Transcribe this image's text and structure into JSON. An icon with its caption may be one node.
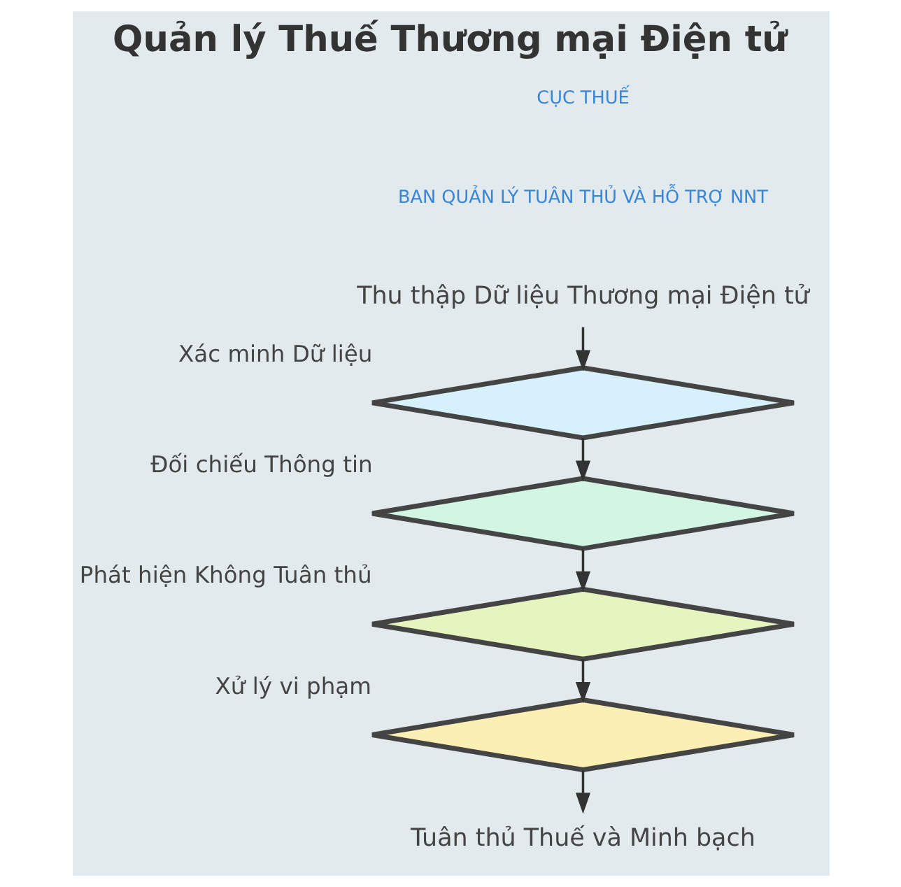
{
  "diagram": {
    "title": "Quản lý Thuế Thương mại Điện tử",
    "nodes": [
      {
        "text": [
          "Thu thập Dữ liệu Thương mại Điện tử"
        ]
      },
      {
        "text": [],
        "shape": "diamond",
        "beside": [
          "Xác minh Dữ liệu"
        ]
      },
      {
        "text": [],
        "shape": "diamond",
        "beside": [
          "Đối chiếu Thông tin"
        ]
      },
      {
        "text": [],
        "shape": "diamond",
        "beside": [
          "Phát hiện Không Tuân thủ"
        ]
      },
      {
        "text": [],
        "shape": "diamond",
        "beside": [
          "Xử lý vi phạm"
        ]
      },
      {
        "text": [
          "Tuân thủ Thuế và Minh bạch"
        ]
      }
    ],
    "edges": [
      {
        "from": 0,
        "to": 1,
        "arrow": "to"
      },
      {
        "from": 1,
        "to": 2,
        "arrow": "to"
      },
      {
        "from": 2,
        "to": 3,
        "arrow": "to"
      },
      {
        "from": 3,
        "to": 4,
        "arrow": "to"
      },
      {
        "from": 4,
        "to": 5,
        "arrow": "to"
      }
    ],
    "labels": [
      "CỤC THUẾ",
      "BAN QUẢN LÝ TUÂN THỦ VÀ HỖ TRỢ NNT"
    ]
  }
}
